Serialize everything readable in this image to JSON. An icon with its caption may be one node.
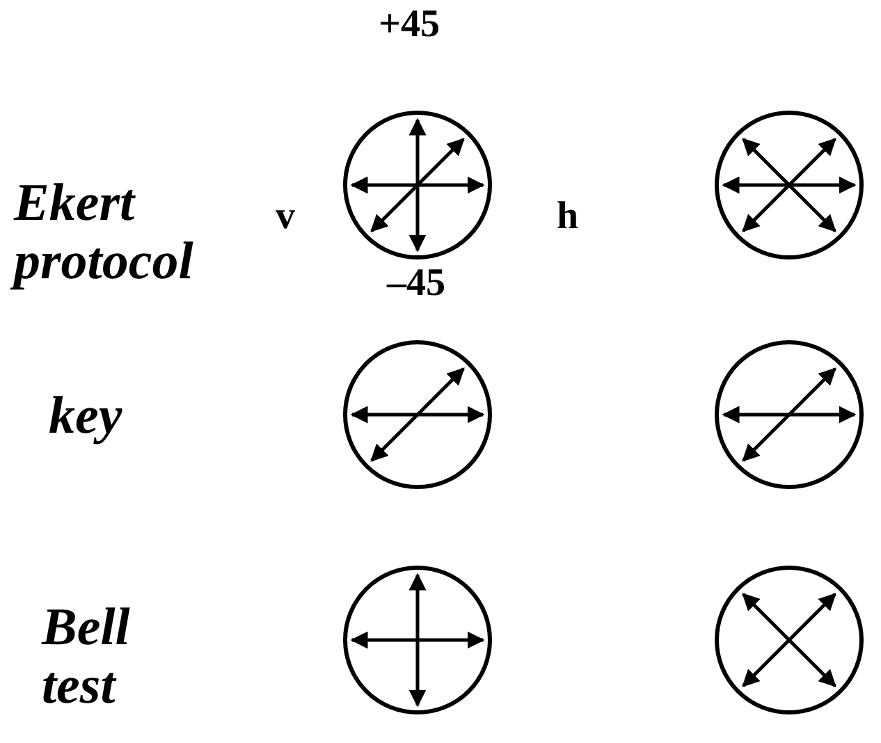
{
  "diagram": {
    "labels": [
      "+45",
      "Ekert protocol",
      "v",
      "h",
      "–45",
      "key",
      "Bell test"
    ]
  }
}
